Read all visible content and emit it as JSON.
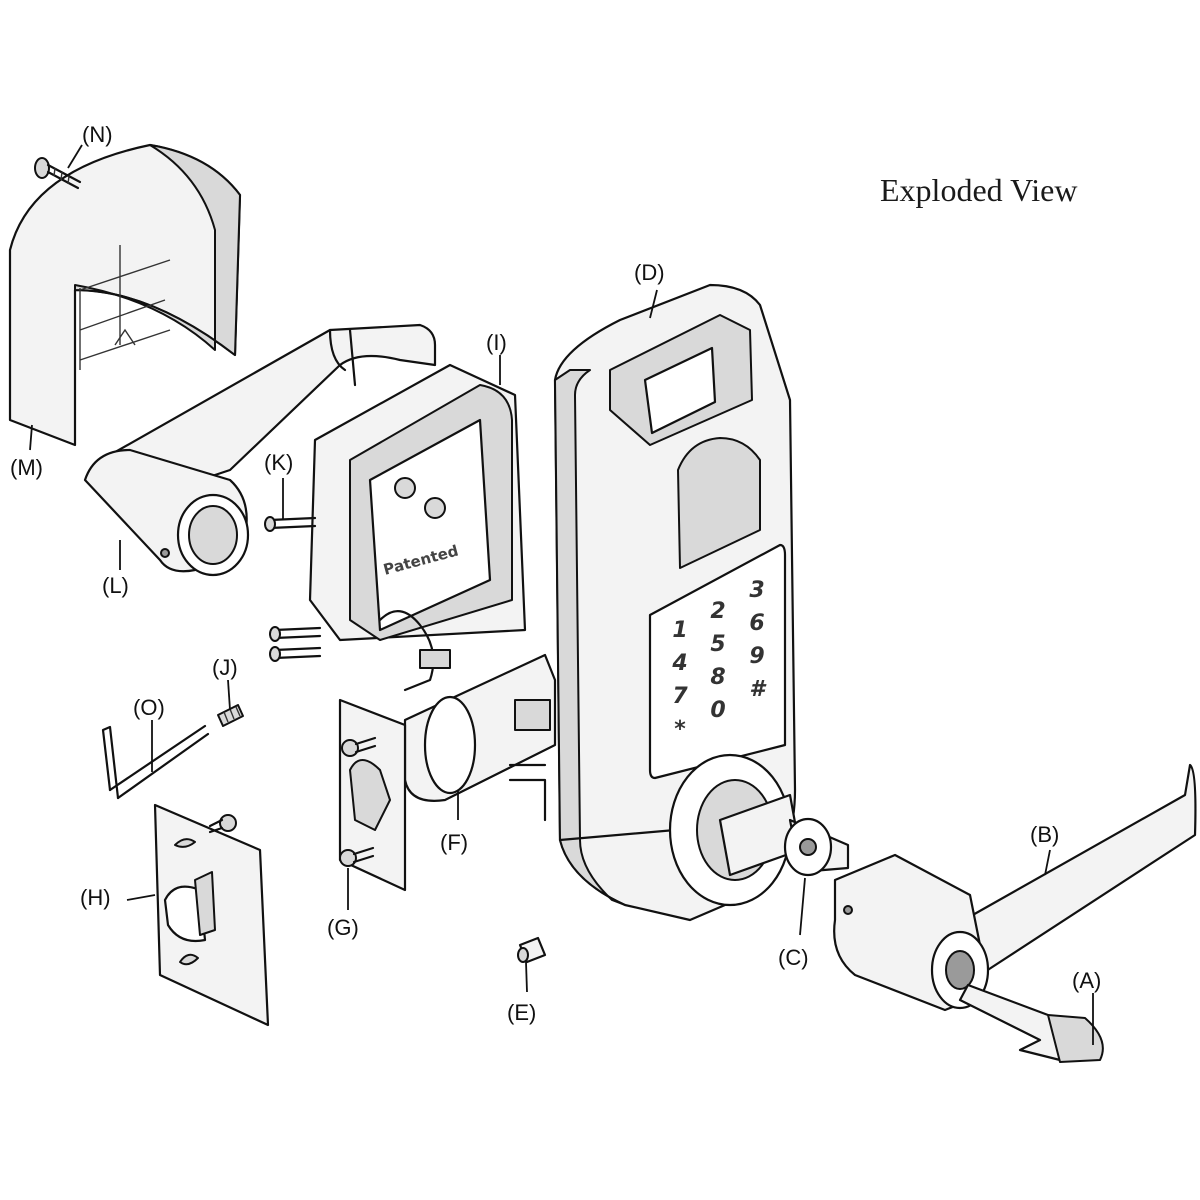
{
  "title": "Exploded View",
  "keypad_keys": [
    "1",
    "2",
    "3",
    "4",
    "5",
    "6",
    "7",
    "8",
    "9",
    "*",
    "0",
    "#"
  ],
  "brand_stamp": "Patented",
  "labels": {
    "A": "(A)",
    "B": "(B)",
    "C": "(C)",
    "D": "(D)",
    "E": "(E)",
    "F": "(F)",
    "G": "(G)",
    "H": "(H)",
    "I": "(I)",
    "J": "(J)",
    "K": "(K)",
    "L": "(L)",
    "M": "(M)",
    "N": "(N)",
    "O": "(O)"
  }
}
